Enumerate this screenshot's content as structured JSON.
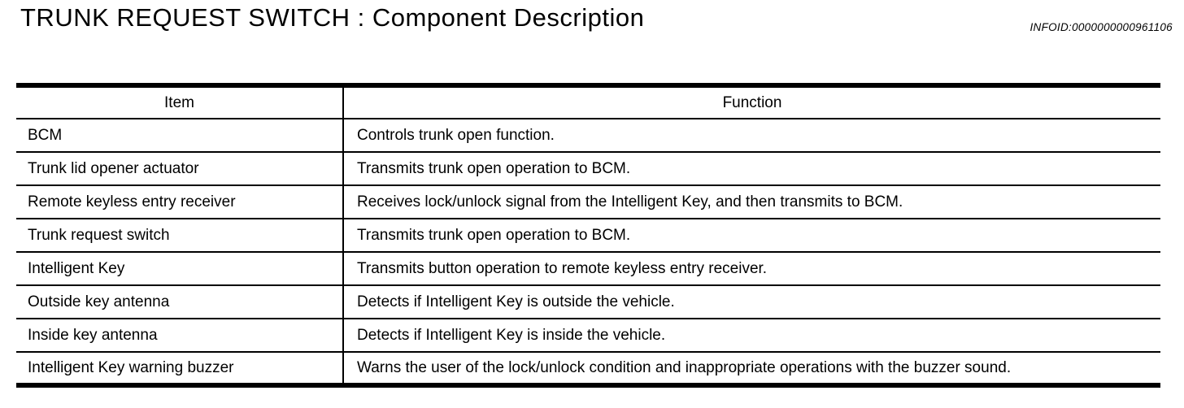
{
  "page": {
    "title": "TRUNK REQUEST SWITCH : Component Description",
    "infoid": "INFOID:0000000000961106"
  },
  "table": {
    "headers": {
      "item": "Item",
      "function": "Function"
    },
    "rows": [
      {
        "item": "BCM",
        "function": "Controls trunk open function."
      },
      {
        "item": "Trunk lid opener actuator",
        "function": "Transmits trunk open operation to BCM."
      },
      {
        "item": "Remote keyless entry receiver",
        "function": "Receives lock/unlock signal from the Intelligent Key, and then transmits to BCM."
      },
      {
        "item": "Trunk request switch",
        "function": "Transmits trunk open operation to BCM."
      },
      {
        "item": "Intelligent Key",
        "function": "Transmits button operation to remote keyless entry receiver."
      },
      {
        "item": "Outside key antenna",
        "function": "Detects if Intelligent Key is outside the vehicle."
      },
      {
        "item": "Inside key antenna",
        "function": "Detects if Intelligent Key is inside the vehicle."
      },
      {
        "item": "Intelligent Key warning buzzer",
        "function": "Warns the user of the lock/unlock condition and inappropriate operations with the buzzer sound."
      }
    ]
  }
}
